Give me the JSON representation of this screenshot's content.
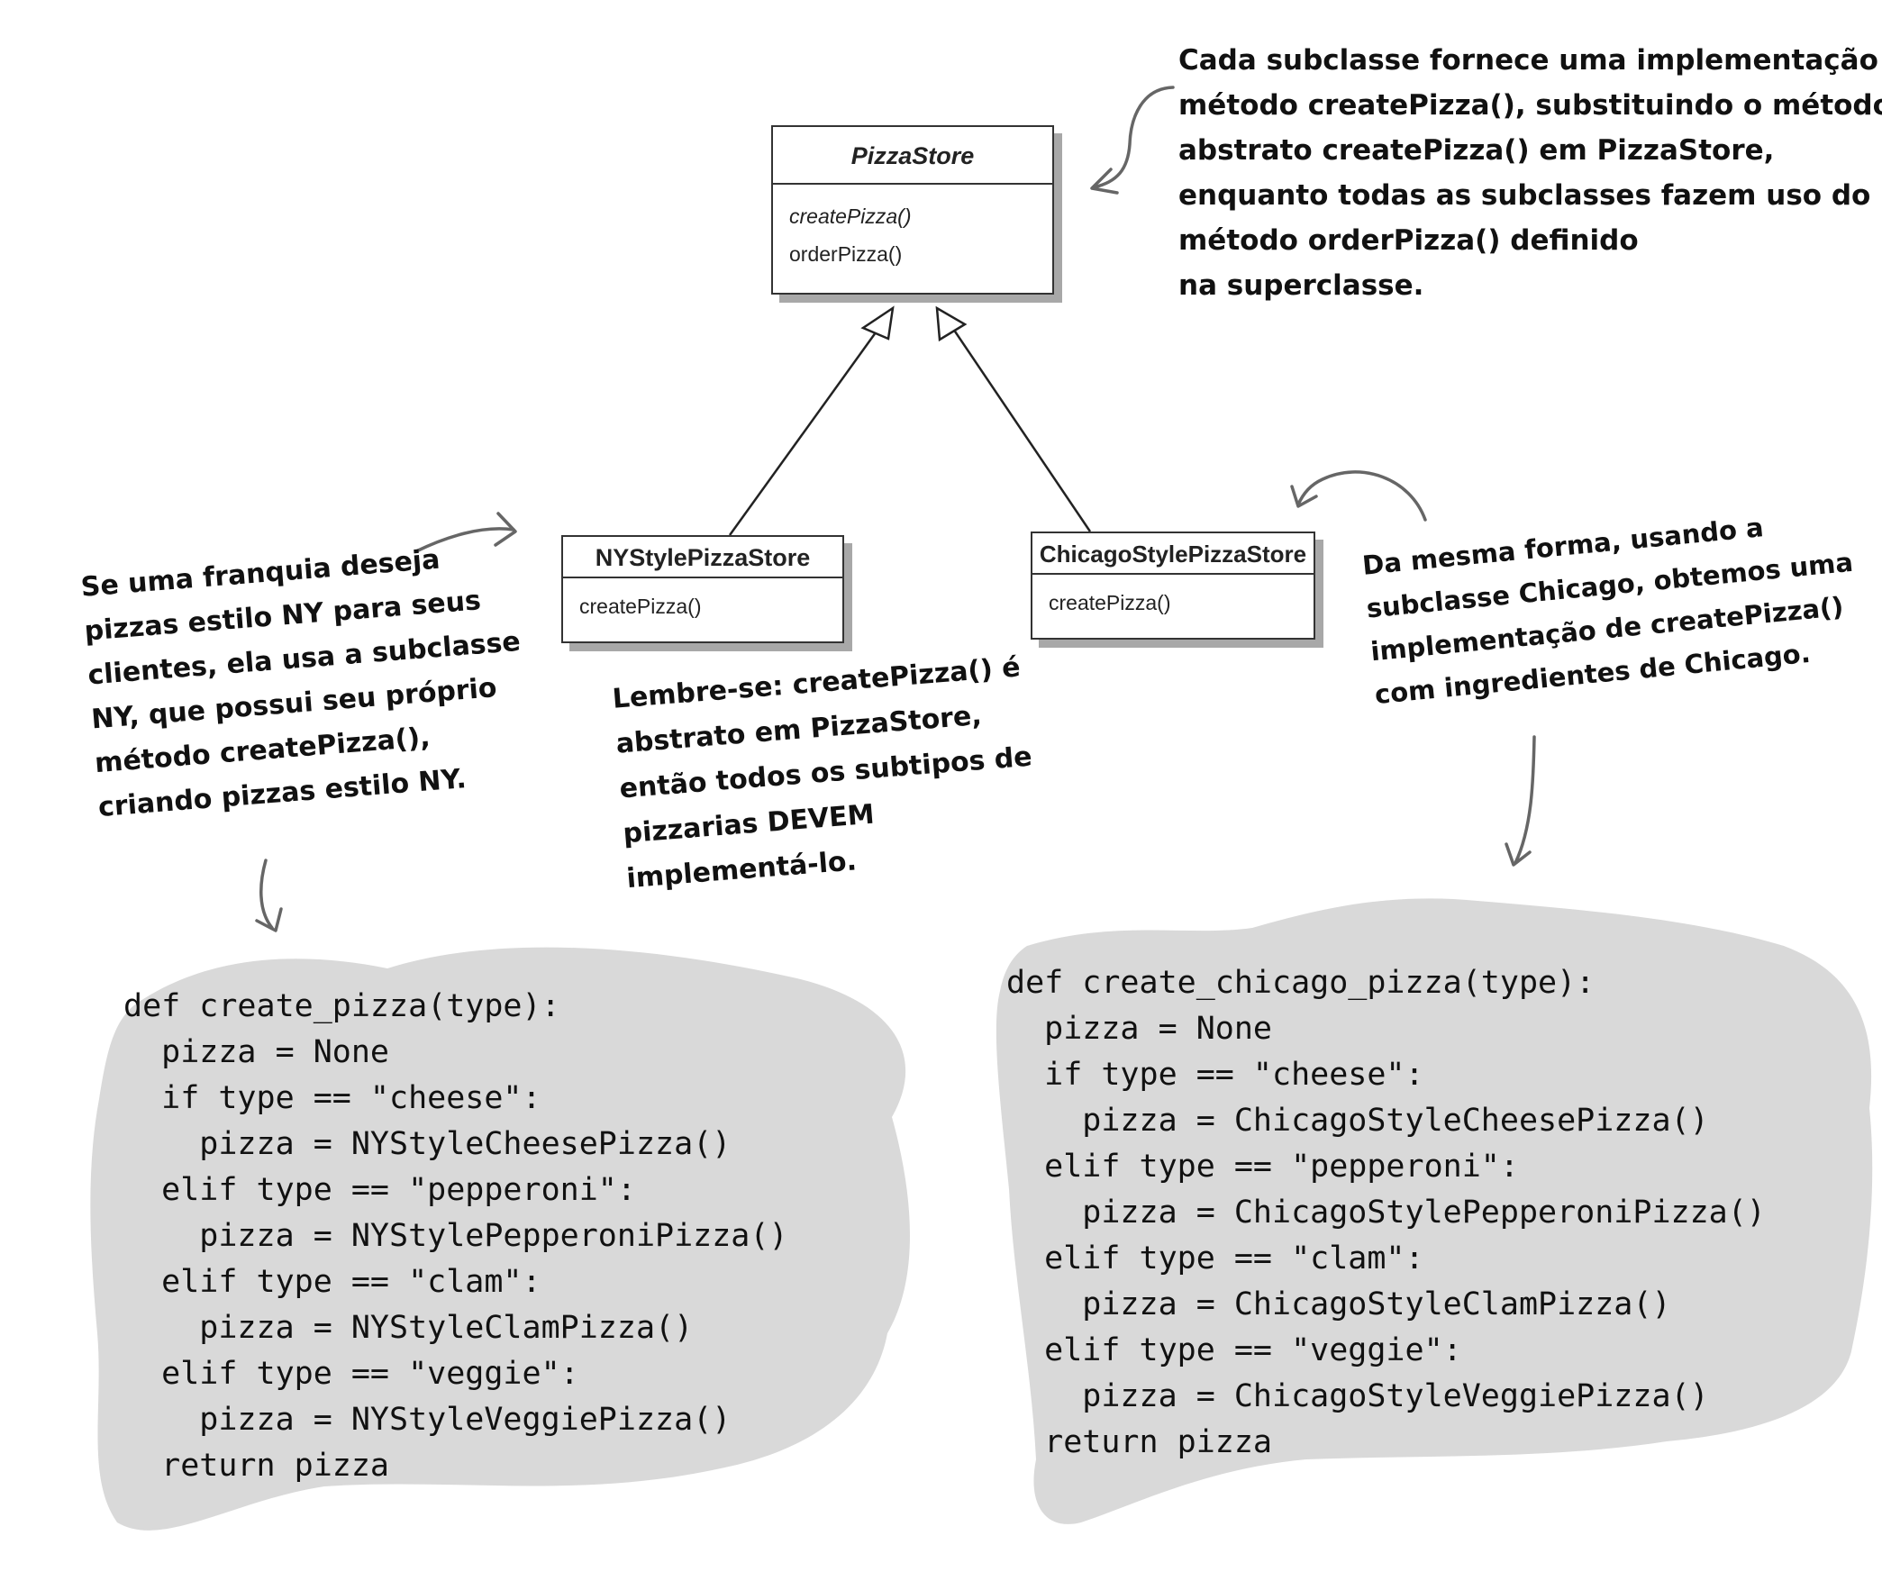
{
  "uml": {
    "pizza_store": {
      "name": "PizzaStore",
      "methods": [
        "createPizza()",
        "orderPizza()"
      ]
    },
    "ny_store": {
      "name": "NYStylePizzaStore",
      "methods": [
        "createPizza()"
      ]
    },
    "chicago_store": {
      "name": "ChicagoStylePizzaStore",
      "methods": [
        "createPizza()"
      ]
    }
  },
  "notes": {
    "top_right": [
      "Cada subclasse fornece uma implementação do",
      "método createPizza(), substituindo o método",
      "abstrato createPizza() em PizzaStore,",
      "enquanto todas as subclasses fazem uso do",
      "método orderPizza() definido",
      "na superclasse."
    ],
    "left": [
      "Se uma franquia deseja",
      "pizzas estilo NY para seus",
      "clientes, ela usa a subclasse",
      "NY, que possui seu próprio",
      "método createPizza(),",
      "criando pizzas estilo NY."
    ],
    "middle": [
      "Lembre-se: createPizza() é",
      "abstrato em PizzaStore,",
      "então todos os subtipos de",
      "pizzarias DEVEM",
      "implementá-lo."
    ],
    "right": [
      "Da mesma forma, usando a",
      "subclasse Chicago, obtemos uma",
      "implementação de createPizza()",
      "com ingredientes de Chicago."
    ]
  },
  "code": {
    "ny": [
      "def create_pizza(type):",
      "  pizza = None",
      "  if type == \"cheese\":",
      "    pizza = NYStyleCheesePizza()",
      "  elif type == \"pepperoni\":",
      "    pizza = NYStylePepperoniPizza()",
      "  elif type == \"clam\":",
      "    pizza = NYStyleClamPizza()",
      "  elif type == \"veggie\":",
      "    pizza = NYStyleVeggiePizza()",
      "  return pizza"
    ],
    "chicago": [
      "def create_chicago_pizza(type):",
      "  pizza = None",
      "  if type == \"cheese\":",
      "    pizza = ChicagoStyleCheesePizza()",
      "  elif type == \"pepperoni\":",
      "    pizza = ChicagoStylePepperoniPizza()",
      "  elif type == \"clam\":",
      "    pizza = ChicagoStyleClamPizza()",
      "  elif type == \"veggie\":",
      "    pizza = ChicagoStyleVeggiePizza()",
      "  return pizza"
    ]
  },
  "colors": {
    "blob": "#d9d9d9",
    "arrow": "#666666",
    "shadow": "#a8a8a8"
  }
}
